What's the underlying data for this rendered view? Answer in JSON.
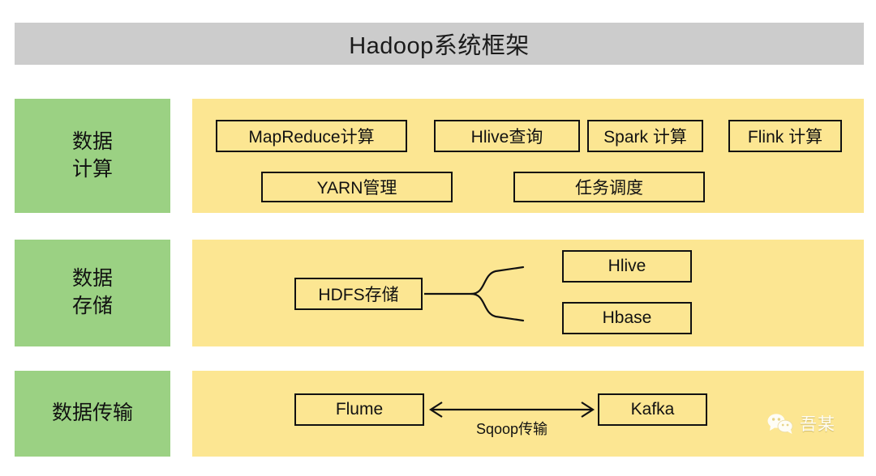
{
  "header": {
    "title": "Hadoop系统框架",
    "banner_color": "#cccccc"
  },
  "palette": {
    "category_green": "#9bd183",
    "panel_yellow": "#fce692",
    "box_border": "#111111",
    "page_background": "#ffffff"
  },
  "rows": {
    "compute": {
      "label": "数据\n计算",
      "label_line1": "数据",
      "label_line2": "计算",
      "boxes": [
        {
          "id": "mapreduce",
          "label": "MapReduce计算"
        },
        {
          "id": "hlive-query",
          "label": "Hlive查询"
        },
        {
          "id": "spark",
          "label": "Spark 计算"
        },
        {
          "id": "flink",
          "label": "Flink 计算"
        },
        {
          "id": "yarn",
          "label": "YARN管理"
        },
        {
          "id": "schedule",
          "label": "任务调度"
        }
      ]
    },
    "storage": {
      "label_line1": "数据",
      "label_line2": "存储",
      "boxes": [
        {
          "id": "hdfs",
          "label": "HDFS存储"
        },
        {
          "id": "hlive",
          "label": "Hlive"
        },
        {
          "id": "hbase",
          "label": "Hbase"
        }
      ],
      "connector": "brace-split"
    },
    "transfer": {
      "label": "数据传输",
      "boxes": [
        {
          "id": "flume",
          "label": "Flume"
        },
        {
          "id": "kafka",
          "label": "Kafka"
        }
      ],
      "connector_label": "Sqoop传输",
      "connector": "bidirectional-arrow"
    }
  },
  "watermark": {
    "text": "吾某",
    "icon": "wechat-icon"
  }
}
